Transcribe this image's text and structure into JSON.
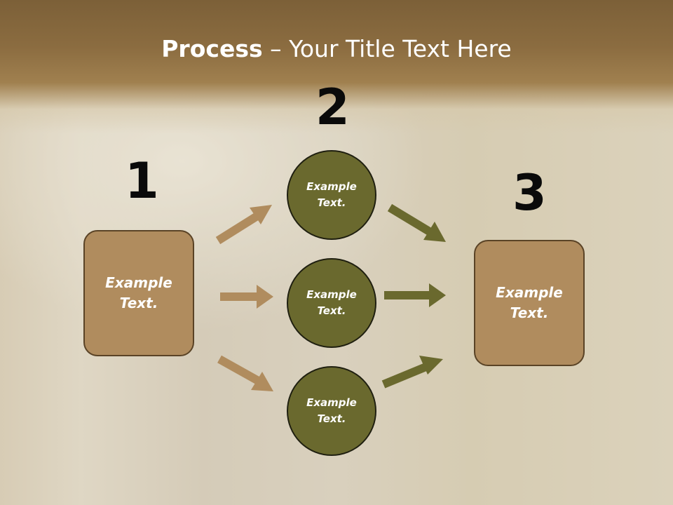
{
  "title": {
    "bold": "Process",
    "rest": " – Your Title Text Here"
  },
  "steps": {
    "one": "1",
    "two": "2",
    "three": "3"
  },
  "left_box": {
    "text": "Example\nText."
  },
  "right_box": {
    "text": "Example\nText."
  },
  "circles": [
    {
      "text": "Example\nText."
    },
    {
      "text": "Example\nText."
    },
    {
      "text": "Example\nText."
    }
  ],
  "colors": {
    "box_fill": "#b08c5e",
    "circle_fill": "#6a692e",
    "arrow_tan": "#b08c5e",
    "arrow_olive": "#6a692e",
    "title_band": "#8b6c40"
  }
}
